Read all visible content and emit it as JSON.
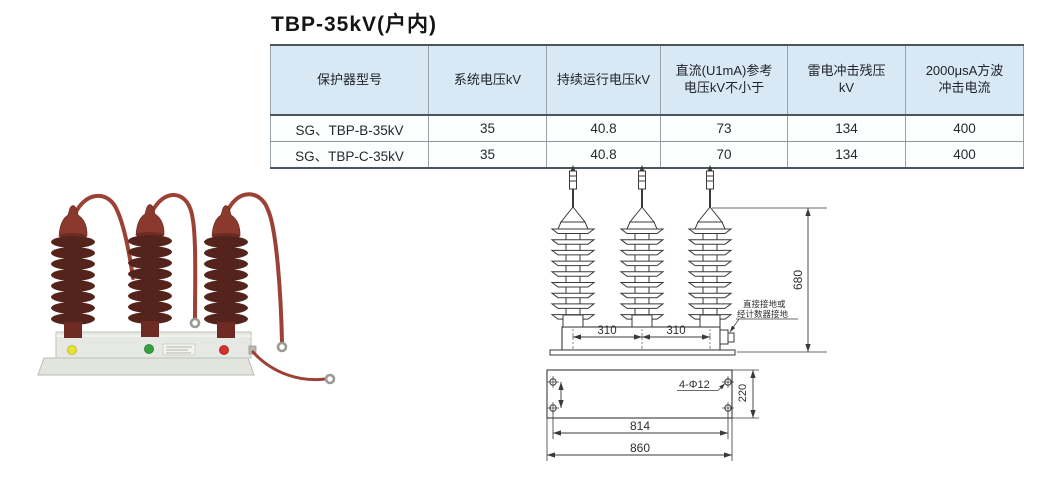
{
  "page": {
    "title": "TBP-35kV(户内)"
  },
  "spec_table": {
    "headers": [
      "保护器型号",
      "系统电压kV",
      "持续运行电压kV",
      "直流(U1mA)参考\n电压kV不小于",
      "雷电冲击残压\nkV",
      "2000μsA方波\n冲击电流"
    ],
    "rows": [
      {
        "model": "SG、TBP-B-35kV",
        "system_voltage": "35",
        "continuous_voltage": "40.8",
        "dc_ref_voltage": "73",
        "residual_voltage": "134",
        "impulse_current": "400"
      },
      {
        "model": "SG、TBP-C-35kV",
        "system_voltage": "35",
        "continuous_voltage": "40.8",
        "dc_ref_voltage": "70",
        "residual_voltage": "134",
        "impulse_current": "400"
      }
    ]
  },
  "front_view": {
    "dim_span_left": "310",
    "dim_span_right": "310",
    "dim_height": "680",
    "ground_note_line1": "直接接地或",
    "ground_note_line2": "经计数器接地"
  },
  "plan_view": {
    "holes_label": "4-Φ12",
    "dim_depth": "220",
    "dim_hole_span": "814",
    "dim_width": "860"
  },
  "colors": {
    "table_header_bg": "#d8e9f5",
    "drawing_line": "#3a3a3a",
    "insulator_body": "#7b342b",
    "insulator_shed": "#53231c",
    "cable": "#9c4136",
    "base": "#e6e8e3",
    "phase_yellow": "#e6e432",
    "phase_green": "#35a23c",
    "phase_red": "#d4312a"
  }
}
